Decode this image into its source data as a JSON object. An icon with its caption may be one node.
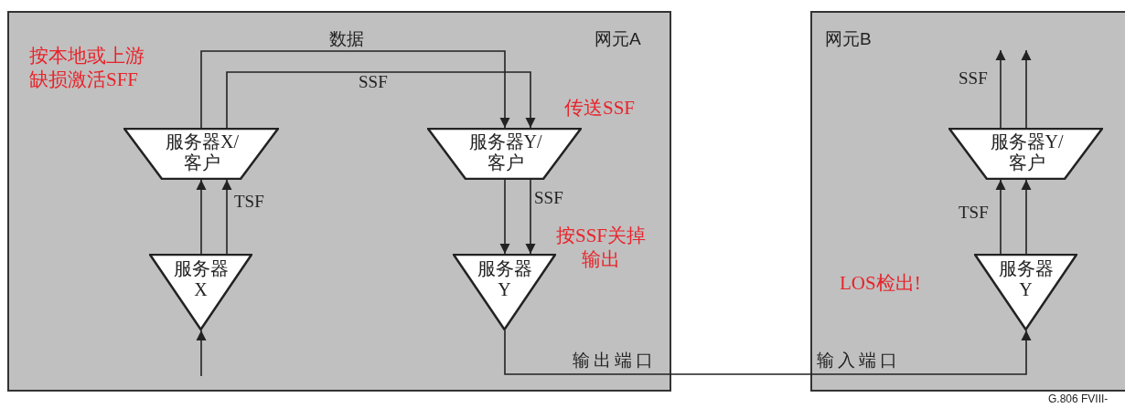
{
  "diagram": {
    "nodes": [
      {
        "text": [
          "网元A"
        ]
      },
      {
        "text": [
          "服务器X/客户"
        ],
        "in": 0
      },
      {
        "text": [
          "服务器X"
        ],
        "in": 0
      },
      {
        "text": [
          "服务器Y/客户"
        ],
        "in": 0
      },
      {
        "text": [
          "服务器Y"
        ],
        "in": 0
      },
      {
        "text": [
          "网元B"
        ]
      },
      {
        "text": [
          "服务器Y/客户"
        ],
        "in": 5
      },
      {
        "text": [
          "服务器Y"
        ],
        "in": 5
      }
    ],
    "edges": [
      {
        "from": null,
        "to": 2,
        "arrow": "to"
      },
      {
        "from": 2,
        "to": 1,
        "arrow": "to"
      },
      {
        "from": 2,
        "to": 1,
        "arrow": "to",
        "label": "TSF"
      },
      {
        "from": 1,
        "to": 3,
        "arrow": "to",
        "label": "数据"
      },
      {
        "from": 1,
        "to": 3,
        "arrow": "to",
        "label": "SSF"
      },
      {
        "from": 3,
        "to": 4,
        "arrow": "to"
      },
      {
        "from": 3,
        "to": 4,
        "arrow": "to",
        "label": "SSF"
      },
      {
        "from": 4,
        "to": 7,
        "arrow": "to"
      },
      {
        "from": 7,
        "to": 6,
        "arrow": "to",
        "label": "TSF"
      },
      {
        "from": 7,
        "to": 6,
        "arrow": "to"
      },
      {
        "from": 6,
        "to": null,
        "arrow": "to",
        "label": "SSF"
      },
      {
        "from": 6,
        "to": null,
        "arrow": "to"
      }
    ],
    "labels": [
      "按本地或上游缺损激活SFF",
      "传送SSF",
      "按SSF关掉输出",
      "LOS检出!",
      "输出端口",
      "输入端口",
      "G.806 FVIII-"
    ]
  }
}
